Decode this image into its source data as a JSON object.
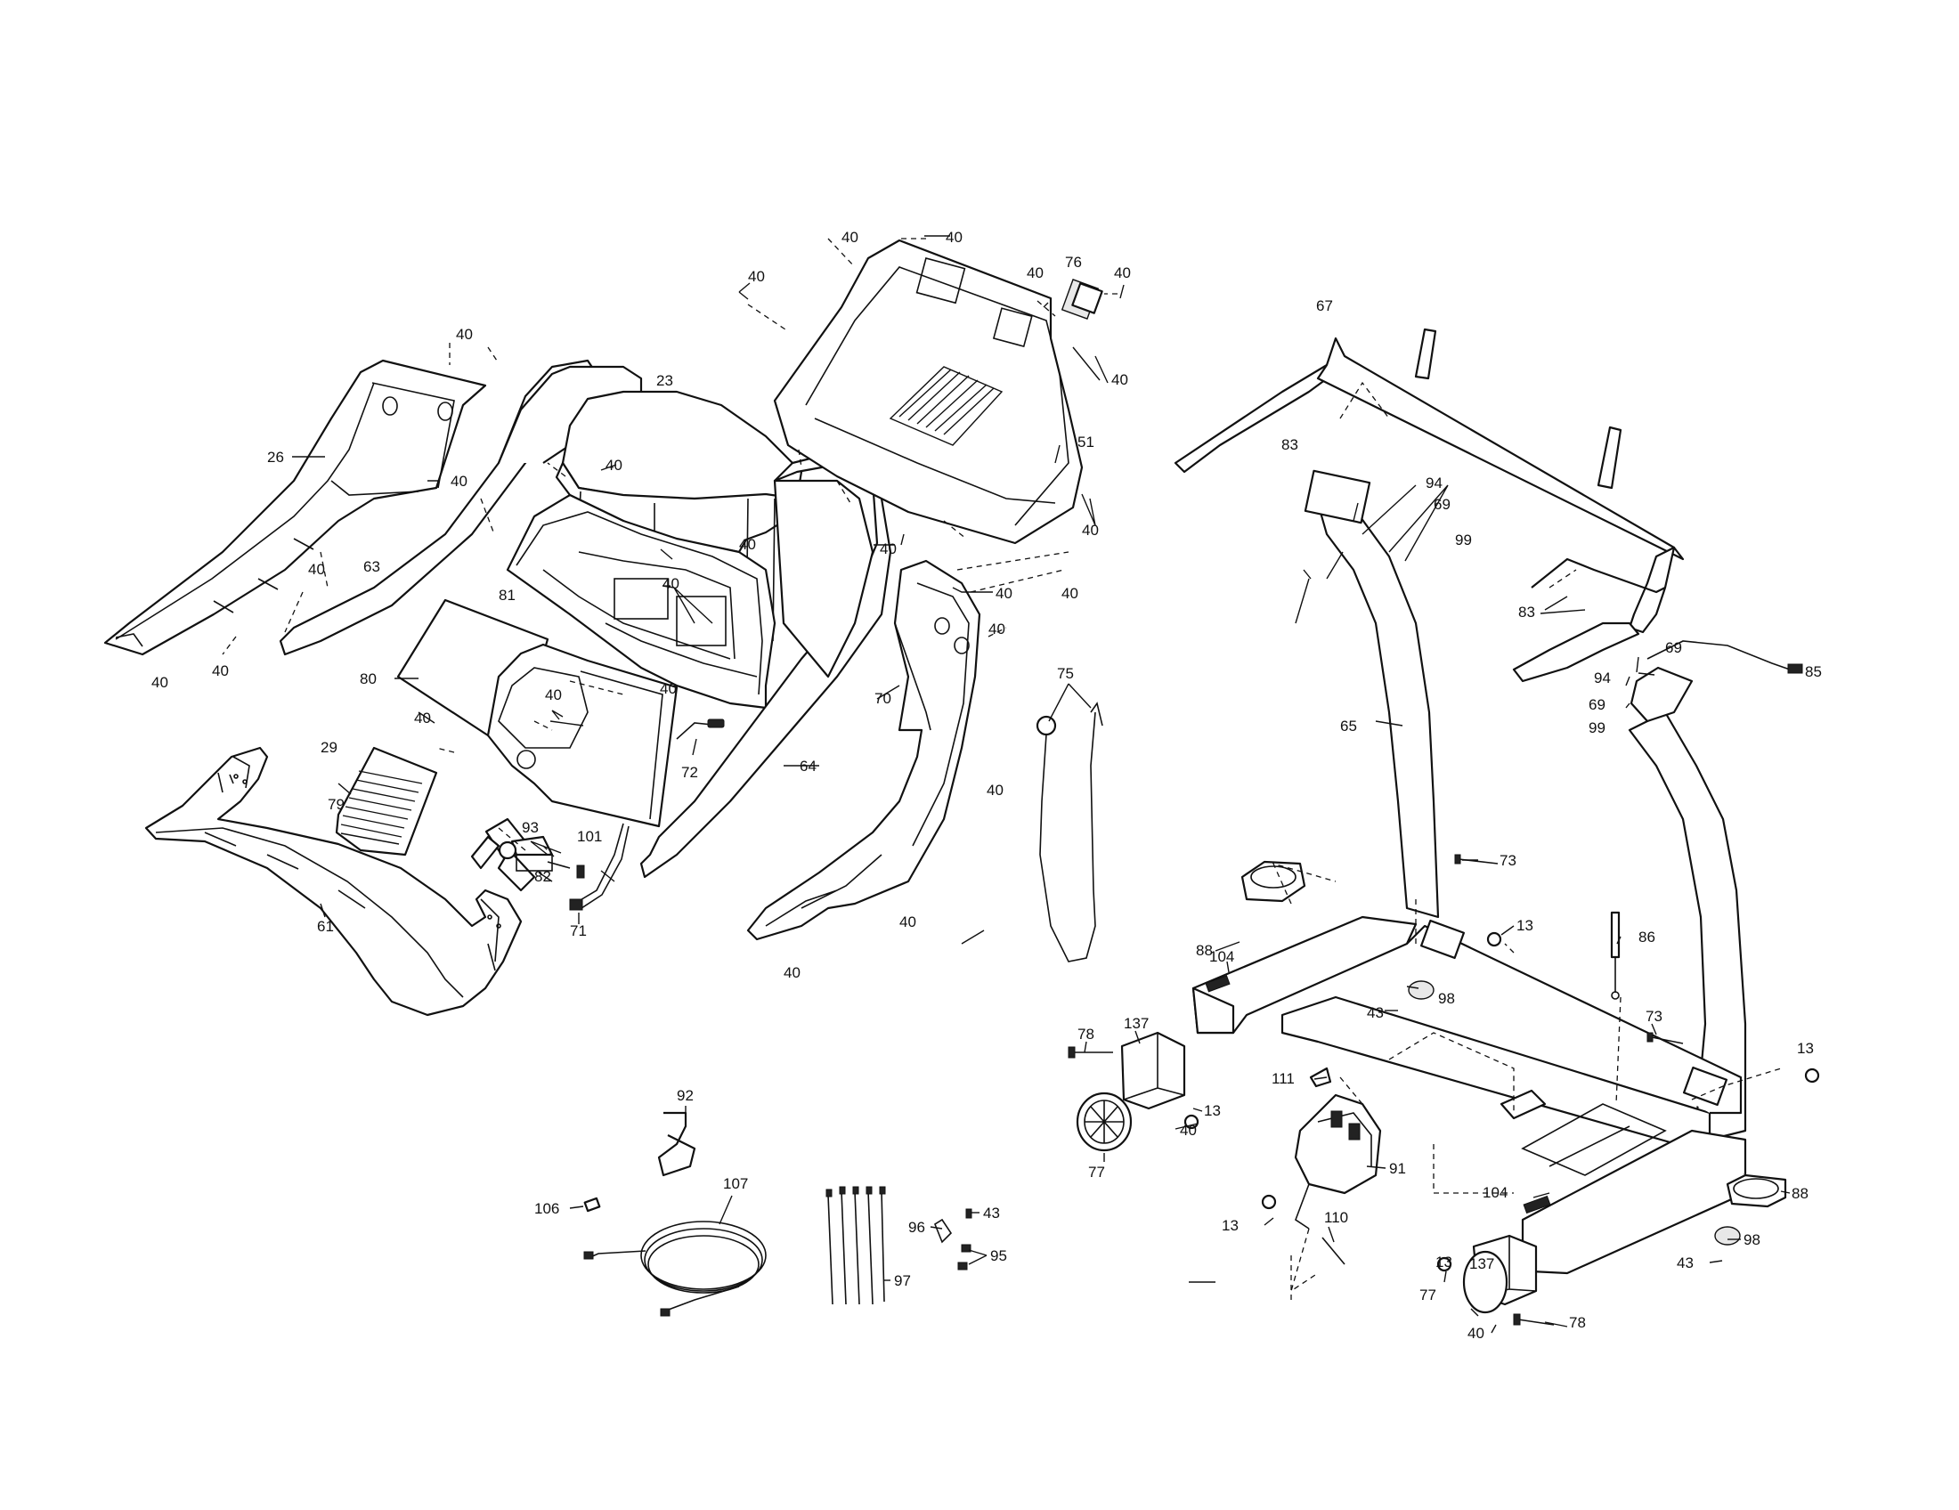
{
  "callouts": [
    {
      "id": "c40-top-a",
      "label": "40"
    },
    {
      "id": "c40-top-b",
      "label": "40"
    },
    {
      "id": "c40-top-c",
      "label": "40"
    },
    {
      "id": "c40-top-d",
      "label": "40"
    },
    {
      "id": "c76",
      "label": "76"
    },
    {
      "id": "c40-top-e",
      "label": "40"
    },
    {
      "id": "c40-right-51",
      "label": "40"
    },
    {
      "id": "c51",
      "label": "51"
    },
    {
      "id": "c40-51-bot",
      "label": "40"
    },
    {
      "id": "c40-left-top",
      "label": "40"
    },
    {
      "id": "c26",
      "label": "26"
    },
    {
      "id": "c40-26",
      "label": "40"
    },
    {
      "id": "c23",
      "label": "23"
    },
    {
      "id": "c40-23",
      "label": "40"
    },
    {
      "id": "c40-mid-a",
      "label": "40"
    },
    {
      "id": "c40-mid-b",
      "label": "40"
    },
    {
      "id": "c40-mid-c",
      "label": "40"
    },
    {
      "id": "c63",
      "label": "63"
    },
    {
      "id": "c81",
      "label": "81"
    },
    {
      "id": "c40-81",
      "label": "40"
    },
    {
      "id": "c40-81b",
      "label": "40"
    },
    {
      "id": "c40-70",
      "label": "40"
    },
    {
      "id": "c40-left-bot",
      "label": "40"
    },
    {
      "id": "c40-left-bot2",
      "label": "40"
    },
    {
      "id": "c40-left-bot3",
      "label": "40"
    },
    {
      "id": "c80",
      "label": "80"
    },
    {
      "id": "c40-80",
      "label": "40"
    },
    {
      "id": "c40-80b",
      "label": "40"
    },
    {
      "id": "c40-29",
      "label": "40"
    },
    {
      "id": "c29",
      "label": "29"
    },
    {
      "id": "c79",
      "label": "79"
    },
    {
      "id": "c70",
      "label": "70"
    },
    {
      "id": "c72",
      "label": "72"
    },
    {
      "id": "c64",
      "label": "64"
    },
    {
      "id": "c75",
      "label": "75"
    },
    {
      "id": "c40-70b",
      "label": "40"
    },
    {
      "id": "c93",
      "label": "93"
    },
    {
      "id": "c101",
      "label": "101"
    },
    {
      "id": "c82",
      "label": "82"
    },
    {
      "id": "c71",
      "label": "71"
    },
    {
      "id": "c61",
      "label": "61"
    },
    {
      "id": "c40-70c",
      "label": "40"
    },
    {
      "id": "c40-70d",
      "label": "40"
    },
    {
      "id": "c67",
      "label": "67"
    },
    {
      "id": "c83a",
      "label": "83"
    },
    {
      "id": "c94a",
      "label": "94"
    },
    {
      "id": "c69a",
      "label": "69"
    },
    {
      "id": "c99a",
      "label": "99"
    },
    {
      "id": "c83b",
      "label": "83"
    },
    {
      "id": "c69b",
      "label": "69"
    },
    {
      "id": "c94b",
      "label": "94"
    },
    {
      "id": "c85",
      "label": "85"
    },
    {
      "id": "c69c",
      "label": "69"
    },
    {
      "id": "c99b",
      "label": "99"
    },
    {
      "id": "c65",
      "label": "65"
    },
    {
      "id": "c73a",
      "label": "73"
    },
    {
      "id": "c88a",
      "label": "88"
    },
    {
      "id": "c13a",
      "label": "13"
    },
    {
      "id": "c86",
      "label": "86"
    },
    {
      "id": "c104a",
      "label": "104"
    },
    {
      "id": "c98a",
      "label": "98"
    },
    {
      "id": "c43a",
      "label": "43"
    },
    {
      "id": "c73b",
      "label": "73"
    },
    {
      "id": "c78a",
      "label": "78"
    },
    {
      "id": "c137a",
      "label": "137"
    },
    {
      "id": "c13b",
      "label": "13"
    },
    {
      "id": "c111",
      "label": "111"
    },
    {
      "id": "c13c",
      "label": "13"
    },
    {
      "id": "c40-137",
      "label": "40"
    },
    {
      "id": "c77a",
      "label": "77"
    },
    {
      "id": "c91",
      "label": "91"
    },
    {
      "id": "c88b",
      "label": "88"
    },
    {
      "id": "c104b",
      "label": "104"
    },
    {
      "id": "c13d",
      "label": "13"
    },
    {
      "id": "c110",
      "label": "110"
    },
    {
      "id": "c98b",
      "label": "98"
    },
    {
      "id": "c43b",
      "label": "43"
    },
    {
      "id": "c137b",
      "label": "137"
    },
    {
      "id": "c13e",
      "label": "13"
    },
    {
      "id": "c77b",
      "label": "77"
    },
    {
      "id": "c78b",
      "label": "78"
    },
    {
      "id": "c40-77b",
      "label": "40"
    },
    {
      "id": "c92",
      "label": "92"
    },
    {
      "id": "c107",
      "label": "107"
    },
    {
      "id": "c106",
      "label": "106"
    },
    {
      "id": "c96",
      "label": "96"
    },
    {
      "id": "c43c",
      "label": "43"
    },
    {
      "id": "c95",
      "label": "95"
    },
    {
      "id": "c97",
      "label": "97"
    }
  ]
}
